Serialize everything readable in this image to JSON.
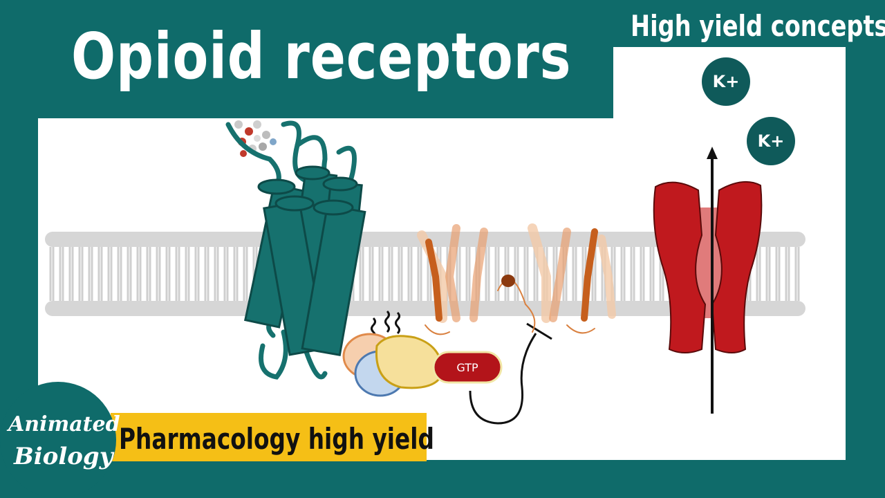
{
  "title": "Opioid receptors",
  "tag": "High yield concepts",
  "ions": [
    "K+",
    "K+"
  ],
  "g_protein": {
    "label": "GTP"
  },
  "banner": "Pharmacology high yield",
  "logo": {
    "line1": "Animated",
    "line2": "Biology"
  },
  "colors": {
    "teal": "#0f6b6a",
    "receptor": "#16716e",
    "channel": "#c0191e",
    "gtp": "#b3141a",
    "banner": "#f5bf16",
    "membrane": "#cfcfcf",
    "calcium_channel": "#d9803f"
  }
}
